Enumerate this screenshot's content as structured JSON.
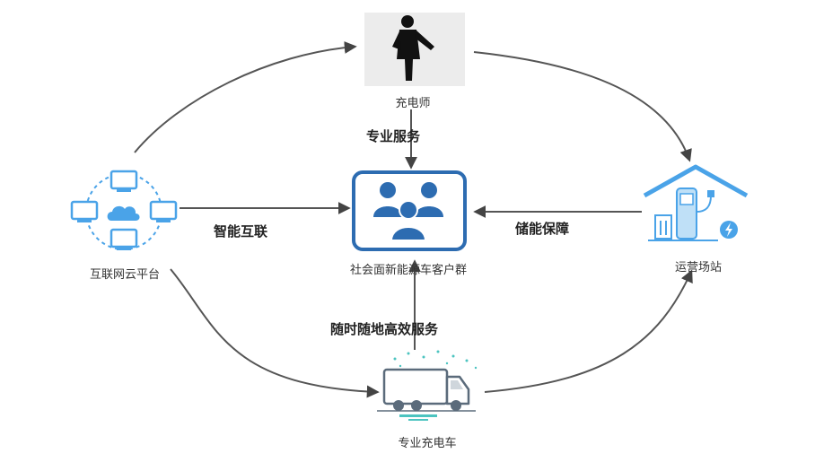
{
  "nodes": {
    "charger": {
      "label": "充电师",
      "icon": "person-pointing-icon"
    },
    "customers": {
      "label": "社会面新能源车客户群",
      "icon": "user-group-icon"
    },
    "platform": {
      "label": "互联网云平台",
      "icon": "cloud-network-icon"
    },
    "station": {
      "label": "运营场站",
      "icon": "charging-station-icon"
    },
    "truck": {
      "label": "专业充电车",
      "icon": "delivery-truck-icon"
    }
  },
  "edges": {
    "pro_service": "专业服务",
    "smart_link": "智能互联",
    "storage": "储能保障",
    "anytime": "随时随地高效服务"
  },
  "colors": {
    "accent_blue": "#2d6cb1",
    "light_blue": "#4aa3e8",
    "arrow": "#444444",
    "text": "#333333"
  }
}
